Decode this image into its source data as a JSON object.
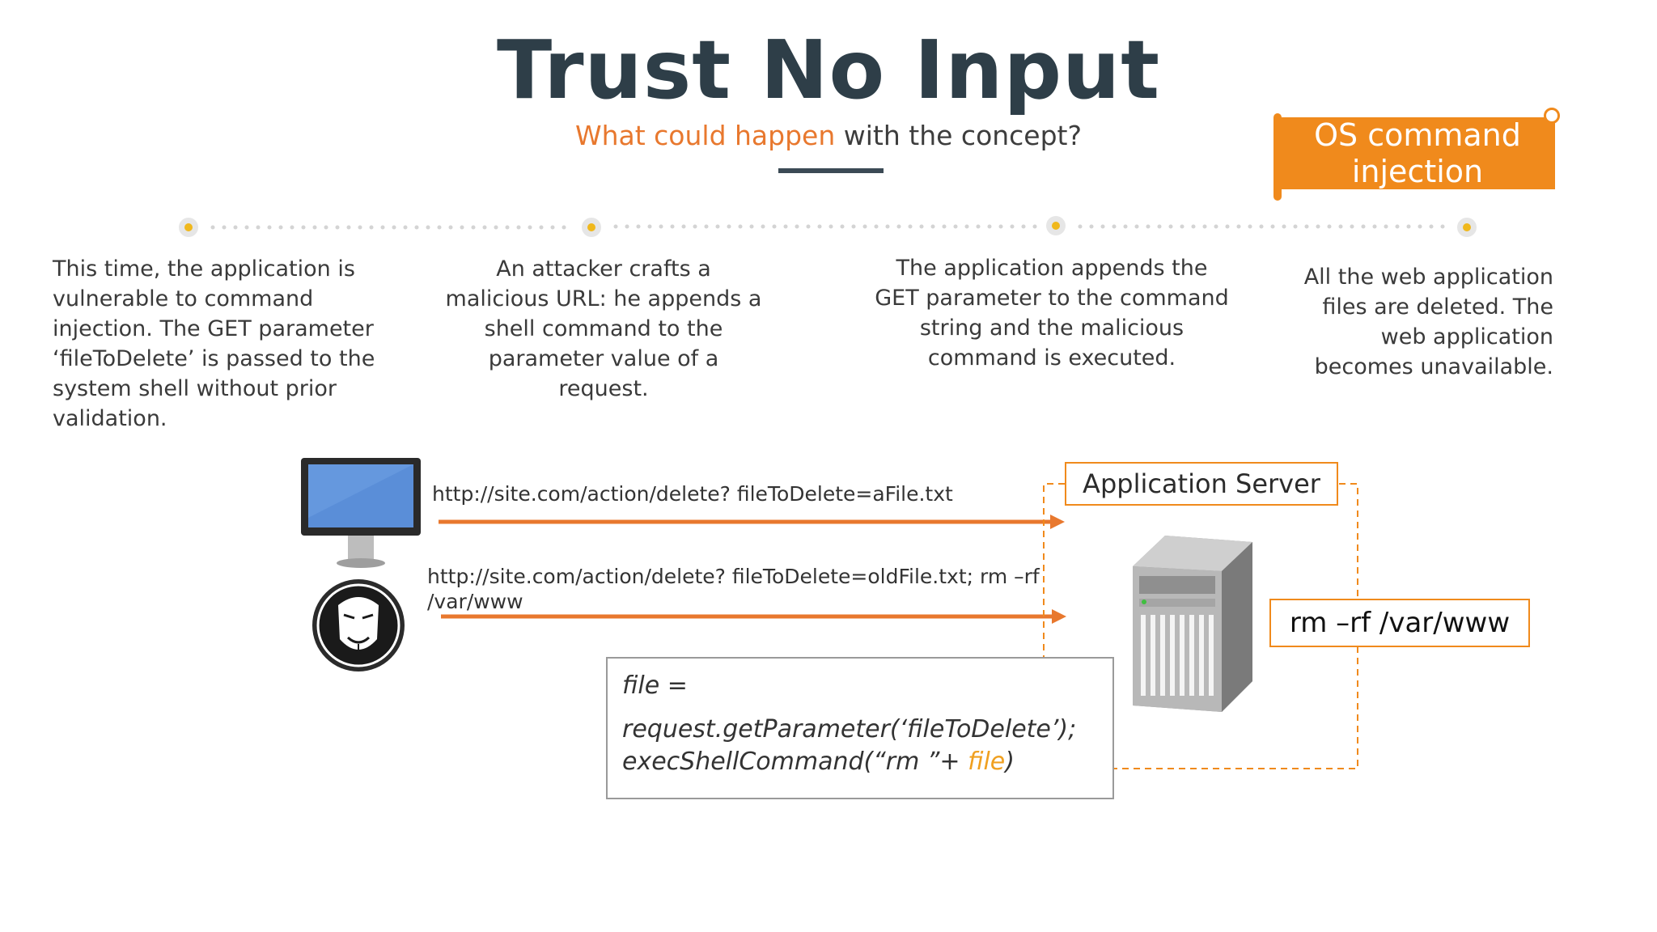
{
  "header": {
    "title": "Trust No Input",
    "subtitle_accent": "What could happen",
    "subtitle_rest": " with the concept?"
  },
  "banner": {
    "label": "OS command injection"
  },
  "steps": [
    {
      "text": "This time, the application is vulnerable to command injection. The GET parameter ‘fileToDelete’ is passed to the system shell without prior validation."
    },
    {
      "text": "An attacker crafts a malicious URL: he appends a shell command to the parameter value of a request."
    },
    {
      "text": "The application appends the GET parameter to the command string and the malicious command is executed."
    },
    {
      "text": "All the web application files are deleted. The web application becomes unavailable."
    }
  ],
  "diagram": {
    "request_1": "http://site.com/action/delete? fileToDelete=aFile.txt",
    "request_2": "http://site.com/action/delete? fileToDelete=oldFile.txt; rm –rf /var/www",
    "app_server_label": "Application Server",
    "executed_command": "rm –rf /var/www",
    "code": {
      "line_1": "file =",
      "line_2": "request.getParameter(‘fileToDelete’);",
      "line_3_prefix": "execShellCommand(“rm ”+ ",
      "line_3_var": "file",
      "line_3_suffix": ")"
    }
  },
  "colors": {
    "accent_orange": "#f08a1c",
    "arrow_orange": "#e8782e",
    "title_dark": "#2e3e48",
    "timeline_dot": "#f0b81c"
  }
}
